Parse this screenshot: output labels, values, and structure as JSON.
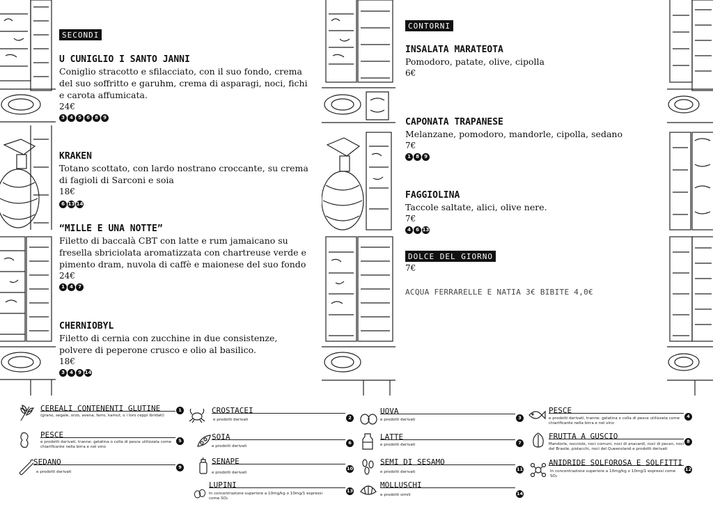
{
  "sections": {
    "secondi": "SECONDI",
    "contorni": "CONTORNI",
    "dolce": "DOLCE DEL GIORNO"
  },
  "secondi": [
    {
      "name": "U CUNIGLIO I SANTO JANNI",
      "desc": "Coniglio stracotto e sfilacciato, con il suo fondo, crema del suo soffritto e garuhm, crema di asparagi, noci, fichi e carota affumicata.",
      "price": "24€",
      "allergens": [
        "3",
        "4",
        "5",
        "6",
        "8",
        "9"
      ]
    },
    {
      "name": "KRAKEN",
      "desc": "Totano scottato, con lardo nostrano croccante, su crema di fagioli di Sarconi e soia",
      "price": "18€",
      "allergens": [
        "6",
        "13",
        "14"
      ]
    },
    {
      "name": "“MILLE E UNA NOTTE”",
      "desc": "Filetto di baccalà CBT con latte e rum jamaicano su fresella sbriciolata aromatizzata con chartreuse verde e pimento dram, nuvola di caffè e maionese del suo fondo",
      "price": "24€",
      "allergens": [
        "1",
        "4",
        "7"
      ]
    },
    {
      "name": "CHERNIOBYL",
      "desc": "Filetto di cernia con zucchine in due consistenze, polvere di peperone crusco e olio al basilico.",
      "price": "18€",
      "allergens": [
        "3",
        "4",
        "9",
        "14"
      ]
    }
  ],
  "contorni": [
    {
      "name": "INSALATA MARATEOTA",
      "desc": "Pomodoro, patate, olive, cipolla",
      "price": "6€",
      "allergens": []
    },
    {
      "name": "CAPONATA TRAPANESE",
      "desc": "Melanzane, pomodoro, mandorle, cipolla, sedano",
      "price": "7€",
      "allergens": [
        "1",
        "8",
        "9"
      ]
    },
    {
      "name": "FAGGIOLINA",
      "desc": "Taccole saltate, alici, olive nere.",
      "price": "7€",
      "allergens": [
        "4",
        "6",
        "13"
      ]
    }
  ],
  "dolce_price": "7€",
  "drinks": "ACQUA FERRARELLE E NATIA 3€ BIBITE 4,0€",
  "legend": [
    {
      "name": "CEREALI CONTENENTI GLUTINE",
      "sub": "(grano, segale, orzo, avena, farro, kamut, o i loro ceppi ibridati)",
      "num": "1",
      "icon": "wheat-icon"
    },
    {
      "name": "CROSTACEI",
      "sub": "e prodotti derivati",
      "num": "2",
      "icon": "crab-icon"
    },
    {
      "name": "UOVA",
      "sub": "e prodotti derivati",
      "num": "3",
      "icon": "eggs-icon"
    },
    {
      "name": "PESCE",
      "sub": "e prodotti derivati, tranne: gelatina o colla di pesce utilizzata come chiarificante nella birra e nel vino",
      "num": "4",
      "icon": "fish-icon"
    },
    {
      "name": "PESCE",
      "sub": "e prodotti derivati, tranne: gelatina o colla di pesce utilizzata come chiarificante nella birra e nel vino",
      "num": "5",
      "icon": "peanut-icon"
    },
    {
      "name": "SOIA",
      "sub": "e prodotti derivati",
      "num": "6",
      "icon": "soy-icon"
    },
    {
      "name": "LATTE",
      "sub": "e prodotti derivati",
      "num": "7",
      "icon": "milk-icon"
    },
    {
      "name": "FRUTTA A GUSCIO",
      "sub": "Mandorle, nocciole, noci comuni, noci di anacardi, noci di pecan, noci del Brasile, pistacchi, noci del Queensland e prodotti derivati",
      "num": "8",
      "icon": "nut-icon"
    },
    {
      "name": "SEDANO",
      "sub": "e prodotti derivati",
      "num": "9",
      "icon": "celery-icon"
    },
    {
      "name": "SENAPE",
      "sub": "e prodotti derivati",
      "num": "10",
      "icon": "mustard-icon"
    },
    {
      "name": "SEMI DI SESAMO",
      "sub": "e prodotti derivati",
      "num": "11",
      "icon": "sesame-icon"
    },
    {
      "name": "ANIDRIDE SOLFOROSA E SOLFITTI",
      "sub": "In concentrazione superiore a 10mg/kg o 10mg/1 espressi come SO₂",
      "num": "12",
      "icon": "sulfite-icon"
    },
    {
      "name": "LUPINI",
      "sub": "In concentrazione superiore a 10mg/kg o 10mg/1 espressi come SO₂",
      "num": "13",
      "icon": "lupin-icon"
    },
    {
      "name": "MOLLUSCHI",
      "sub": "e prodotti simili",
      "num": "14",
      "icon": "shell-icon"
    }
  ]
}
